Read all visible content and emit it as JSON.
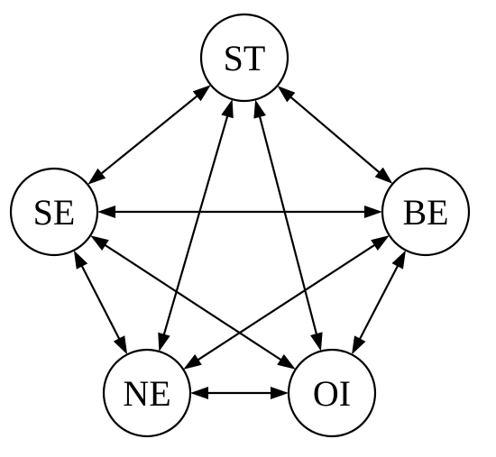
{
  "nodes": [
    {
      "id": "ST",
      "label": "ST"
    },
    {
      "id": "SE",
      "label": "SE"
    },
    {
      "id": "BE",
      "label": "BE"
    },
    {
      "id": "NE",
      "label": "NE"
    },
    {
      "id": "OI",
      "label": "OI"
    }
  ],
  "edges": [
    {
      "from": "ST",
      "to": "SE",
      "direction": "both"
    },
    {
      "from": "ST",
      "to": "BE",
      "direction": "both"
    },
    {
      "from": "ST",
      "to": "NE",
      "direction": "both"
    },
    {
      "from": "ST",
      "to": "OI",
      "direction": "both"
    },
    {
      "from": "SE",
      "to": "BE",
      "direction": "both"
    },
    {
      "from": "SE",
      "to": "OI",
      "direction": "both"
    },
    {
      "from": "SE",
      "to": "NE",
      "direction": "both"
    },
    {
      "from": "BE",
      "to": "NE",
      "direction": "both"
    },
    {
      "from": "BE",
      "to": "OI",
      "direction": "both"
    },
    {
      "from": "NE",
      "to": "OI",
      "direction": "both"
    }
  ],
  "colors": {
    "stroke": "#000000",
    "fill": "#ffffff"
  }
}
